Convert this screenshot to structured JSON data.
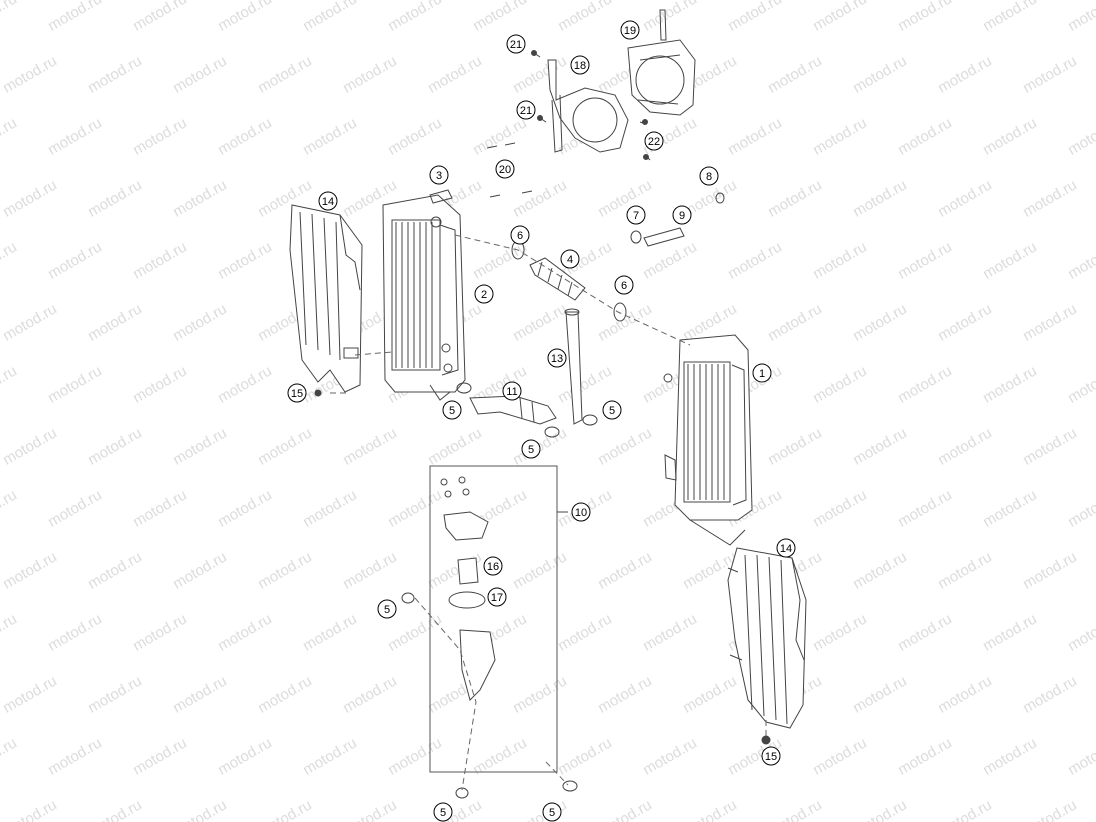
{
  "watermark": {
    "text": "motod.ru"
  },
  "callouts": [
    {
      "id": "c1",
      "text": "1"
    },
    {
      "id": "c2",
      "text": "2"
    },
    {
      "id": "c3",
      "text": "3"
    },
    {
      "id": "c4",
      "text": "4"
    },
    {
      "id": "c5a",
      "text": "5"
    },
    {
      "id": "c5b",
      "text": "5"
    },
    {
      "id": "c5c",
      "text": "5"
    },
    {
      "id": "c5d",
      "text": "5"
    },
    {
      "id": "c5e",
      "text": "5"
    },
    {
      "id": "c5f",
      "text": "5"
    },
    {
      "id": "c6a",
      "text": "6"
    },
    {
      "id": "c6b",
      "text": "6"
    },
    {
      "id": "c7",
      "text": "7"
    },
    {
      "id": "c8",
      "text": "8"
    },
    {
      "id": "c9",
      "text": "9"
    },
    {
      "id": "c10",
      "text": "10"
    },
    {
      "id": "c11",
      "text": "11"
    },
    {
      "id": "c13",
      "text": "13"
    },
    {
      "id": "c14a",
      "text": "14"
    },
    {
      "id": "c14b",
      "text": "14"
    },
    {
      "id": "c15a",
      "text": "15"
    },
    {
      "id": "c15b",
      "text": "15"
    },
    {
      "id": "c16",
      "text": "16"
    },
    {
      "id": "c17",
      "text": "17"
    },
    {
      "id": "c18",
      "text": "18"
    },
    {
      "id": "c19",
      "text": "19"
    },
    {
      "id": "c20",
      "text": "20"
    },
    {
      "id": "c21a",
      "text": "21"
    },
    {
      "id": "c21b",
      "text": "21"
    },
    {
      "id": "c22",
      "text": "22"
    }
  ]
}
